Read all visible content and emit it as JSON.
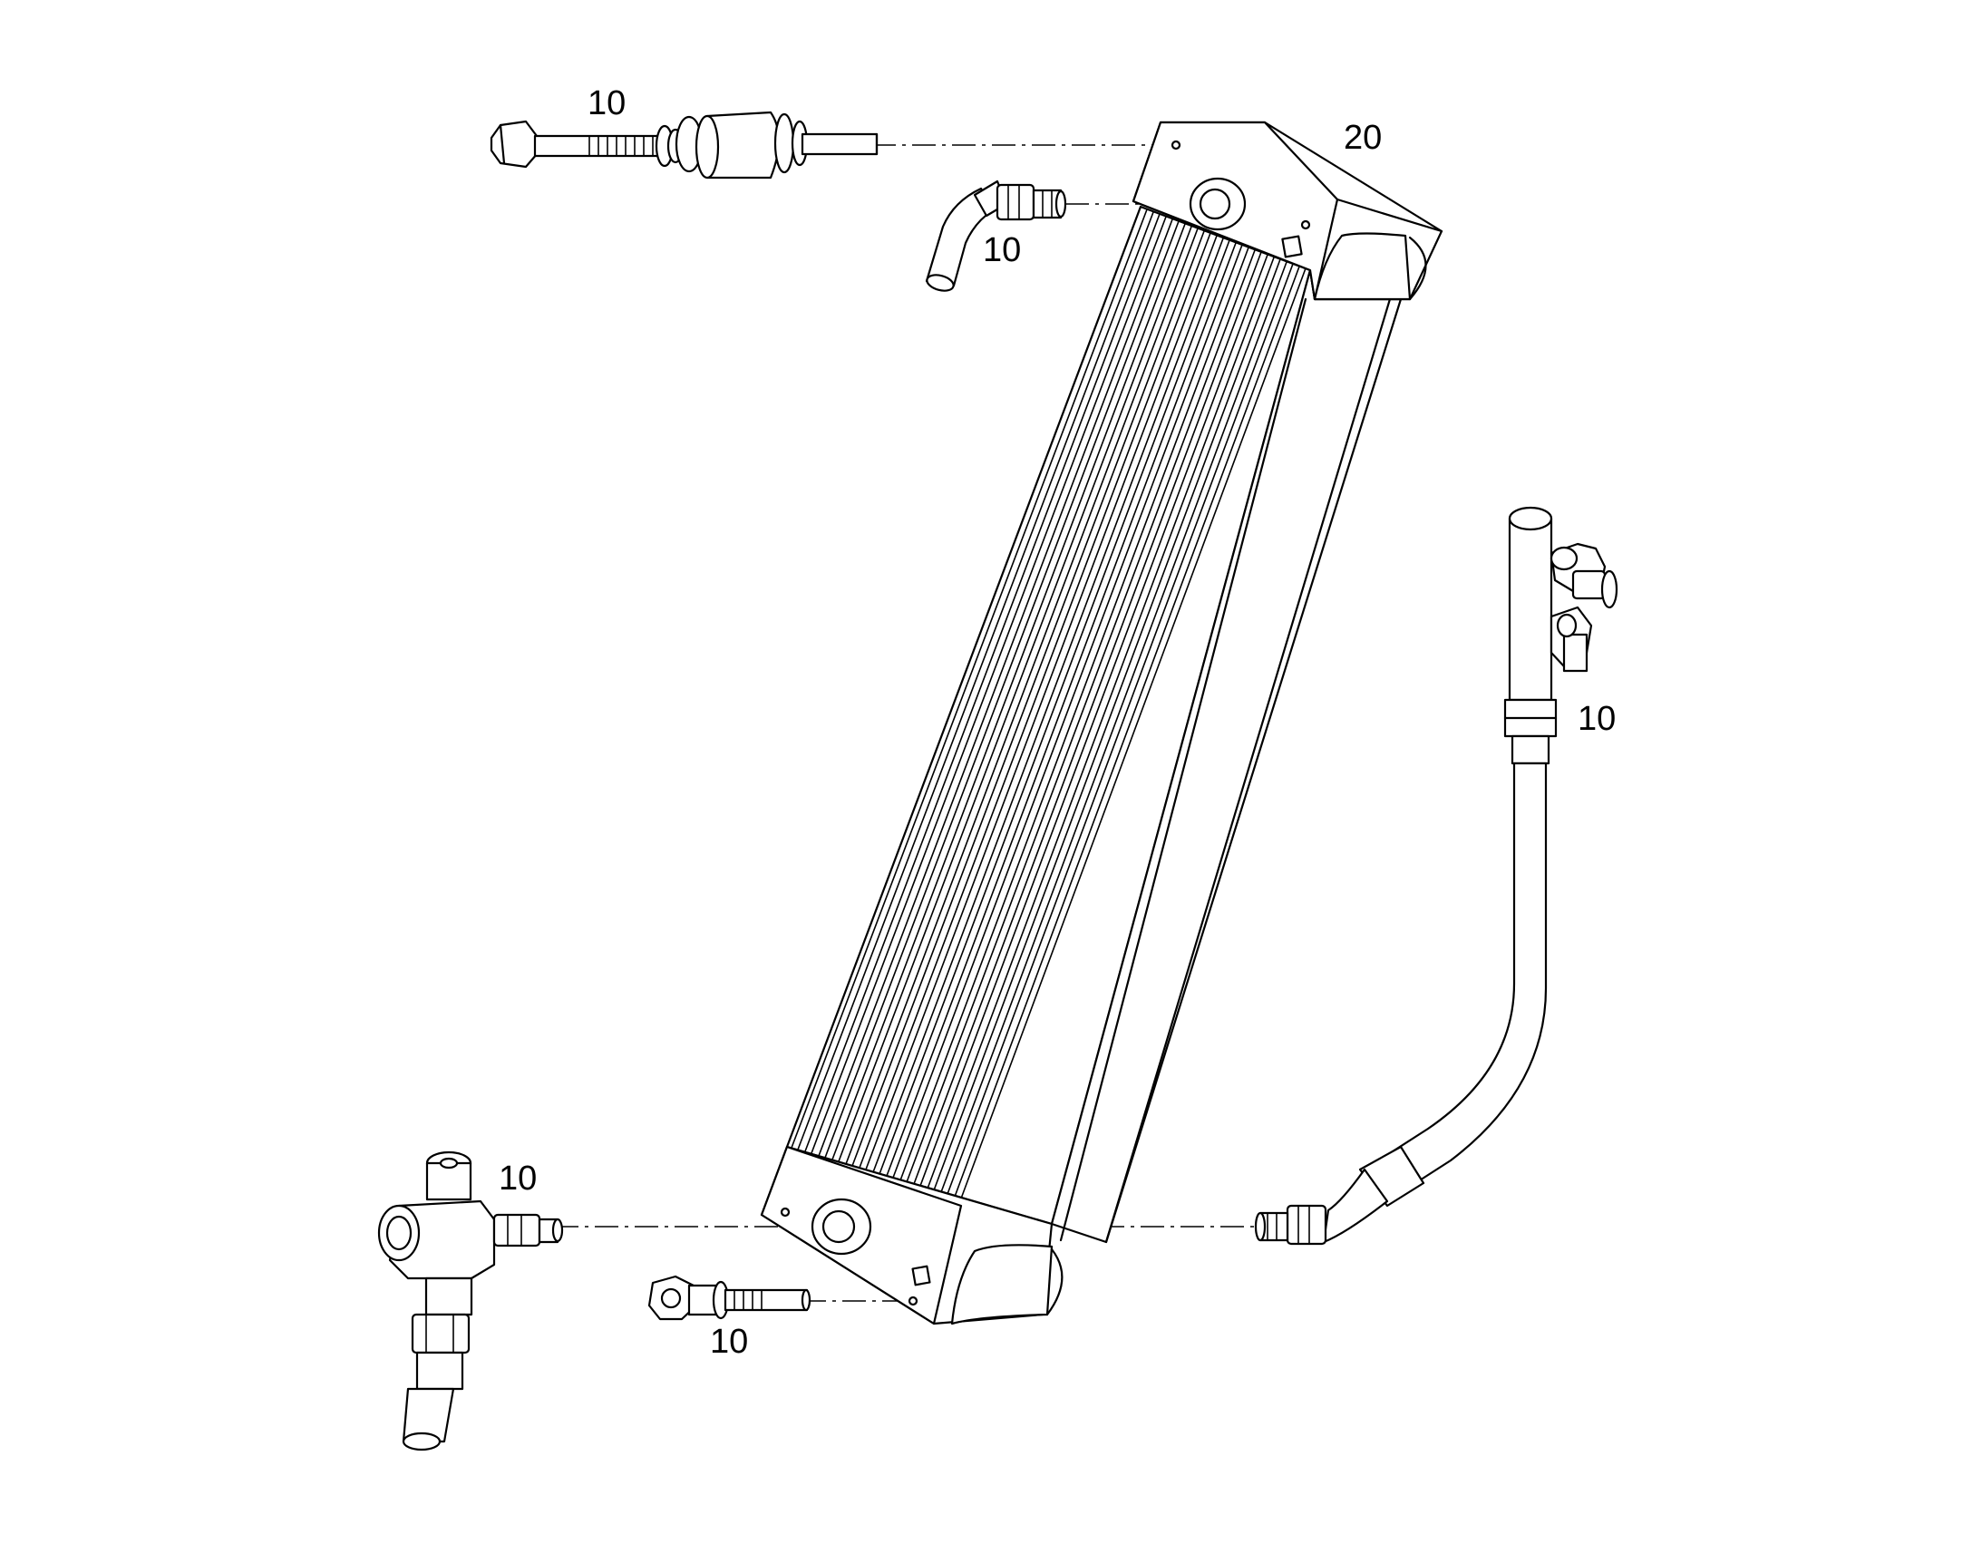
{
  "callouts": {
    "bolt_top": "10",
    "elbow_top": "10",
    "cooler": "20",
    "hose_right": "10",
    "tee_left": "10",
    "bolt_bottom": "10"
  }
}
